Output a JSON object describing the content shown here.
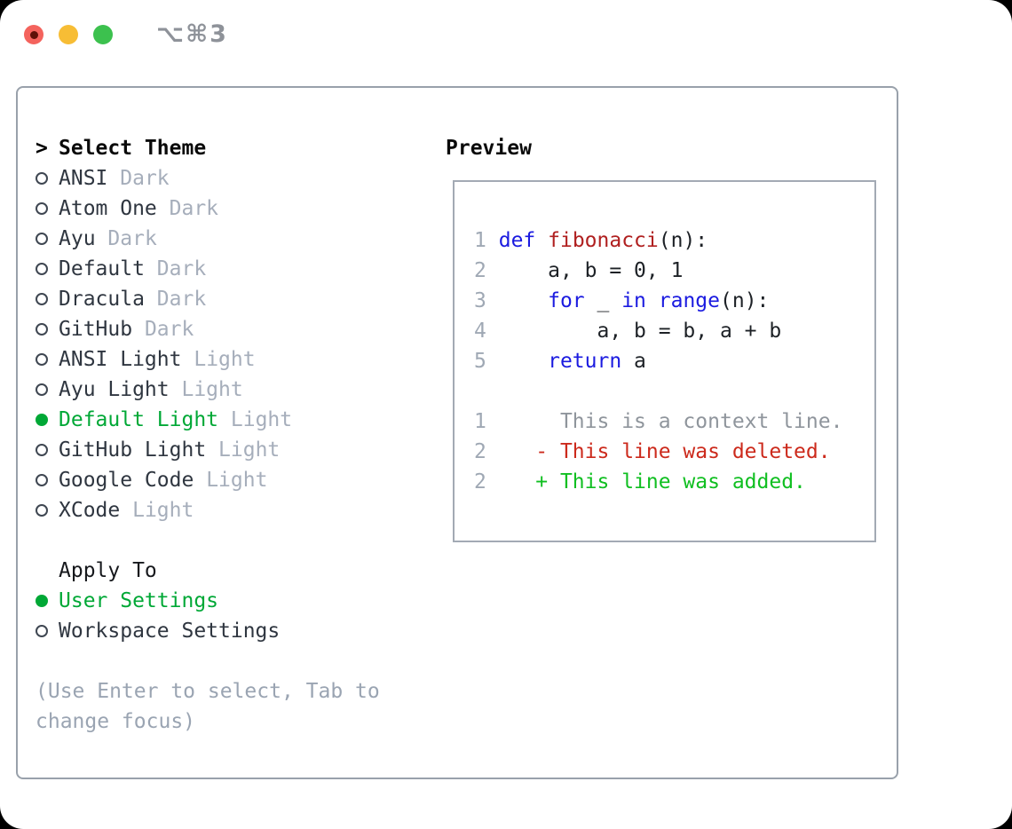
{
  "window": {
    "shortcut": "⌥⌘3"
  },
  "left": {
    "caret": ">",
    "title": "Select Theme",
    "themes": [
      {
        "name": "ANSI",
        "tag": "Dark",
        "selected": false
      },
      {
        "name": "Atom One",
        "tag": "Dark",
        "selected": false
      },
      {
        "name": "Ayu",
        "tag": "Dark",
        "selected": false
      },
      {
        "name": "Default",
        "tag": "Dark",
        "selected": false
      },
      {
        "name": "Dracula",
        "tag": "Dark",
        "selected": false
      },
      {
        "name": "GitHub",
        "tag": "Dark",
        "selected": false
      },
      {
        "name": "ANSI Light",
        "tag": "Light",
        "selected": false
      },
      {
        "name": "Ayu Light",
        "tag": "Light",
        "selected": false
      },
      {
        "name": "Default Light",
        "tag": "Light",
        "selected": true
      },
      {
        "name": "GitHub Light",
        "tag": "Light",
        "selected": false
      },
      {
        "name": "Google Code",
        "tag": "Light",
        "selected": false
      },
      {
        "name": "XCode",
        "tag": "Light",
        "selected": false
      }
    ],
    "apply_to": {
      "label": "Apply To",
      "options": [
        {
          "name": "User Settings",
          "selected": true
        },
        {
          "name": "Workspace Settings",
          "selected": false
        }
      ]
    },
    "help": "(Use Enter to select, Tab to change focus)"
  },
  "preview": {
    "title": "Preview",
    "code_lines": [
      {
        "num": "1",
        "segments": [
          [
            "def",
            "kw"
          ],
          [
            " ",
            "pl"
          ],
          [
            "fibonacci",
            "fn"
          ],
          [
            "(n):",
            "pl"
          ]
        ]
      },
      {
        "num": "2",
        "segments": [
          [
            "    a, b = 0, 1",
            "pl"
          ]
        ]
      },
      {
        "num": "3",
        "segments": [
          [
            "    ",
            "pl"
          ],
          [
            "for",
            "kw"
          ],
          [
            " _ ",
            "pl"
          ],
          [
            "in",
            "kw"
          ],
          [
            " ",
            "pl"
          ],
          [
            "range",
            "kw"
          ],
          [
            "(n):",
            "pl"
          ]
        ]
      },
      {
        "num": "4",
        "segments": [
          [
            "        a, b = b, a + b",
            "pl"
          ]
        ]
      },
      {
        "num": "5",
        "segments": [
          [
            "    ",
            "pl"
          ],
          [
            "return",
            "kw"
          ],
          [
            " a",
            "pl"
          ]
        ]
      }
    ],
    "diff_lines": [
      {
        "num": "1",
        "segments": [
          [
            "     This is a context line.",
            "ctx"
          ]
        ]
      },
      {
        "num": "2",
        "segments": [
          [
            "   - This line was deleted.",
            "del"
          ]
        ]
      },
      {
        "num": "2",
        "segments": [
          [
            "   + This line was added.",
            "add"
          ]
        ]
      }
    ]
  },
  "palette": {
    "kw": "#1b1be0",
    "fn": "#b02020",
    "pl": "#1d2126",
    "num": "#9fa8b4",
    "ctx": "#8f959c",
    "del": "#cc2a1c",
    "add": "#10bf21"
  },
  "colors": {
    "selected_green": "#00a836",
    "item_text": "#2f3640",
    "muted": "#a6aebb",
    "radio_outline": "#3f4752",
    "help_text": "#9aa4b2",
    "panel_border": "#99a1ab",
    "preview_border": "#a3aab4",
    "traffic_red": "#f4635d",
    "traffic_yellow": "#f7bd35",
    "traffic_green": "#3cc14e"
  }
}
